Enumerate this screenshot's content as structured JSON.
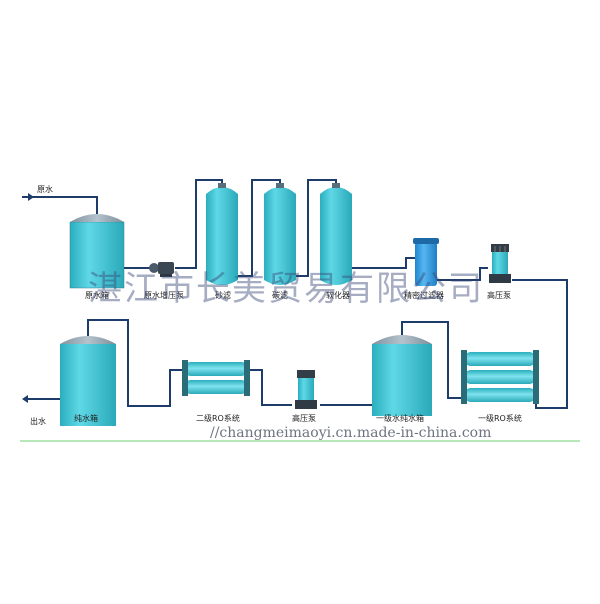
{
  "labels": {
    "raw_water_in": "原水",
    "raw_water_tank": "原水箱",
    "raw_water_booster_pump": "原水增压泵",
    "sand_filter": "砂滤",
    "carbon_filter": "碳滤",
    "softener": "软化器",
    "precision_filter": "精密过滤器",
    "high_pressure_pump_top": "高压泵",
    "pure_water_tank": "纯水箱",
    "water_out": "出水",
    "ro_stage2": "二级RO系统",
    "high_pressure_pump_bottom": "高压泵",
    "stage1_pure_water_tank": "一级水纯水箱",
    "ro_stage1": "一级RO系统"
  },
  "watermark": {
    "company": "湛江市长美贸易有限公司",
    "url": "//changmeimaoyi.cn.made-in-china.com"
  },
  "colors": {
    "tank_fill": "#3ec4d4",
    "tank_top": "#8fa2ae",
    "pipe": "#1e3c6a",
    "watermark_text": "#3a4a78",
    "baseline": "#9ee0a0"
  }
}
